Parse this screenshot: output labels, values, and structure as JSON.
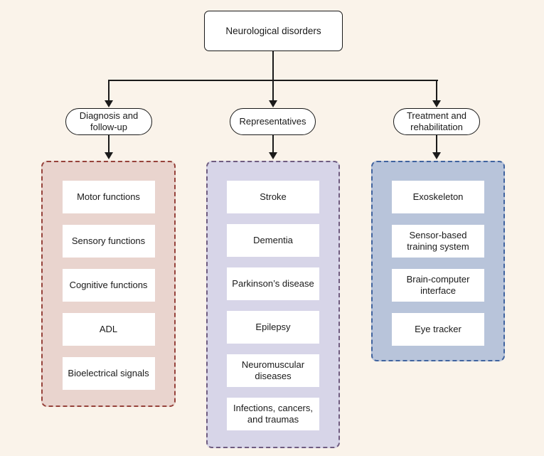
{
  "diagram": {
    "root_label": "Neurological disorders",
    "branches": [
      {
        "label": "Diagnosis and follow-up",
        "items": [
          "Motor functions",
          "Sensory functions",
          "Cognitive functions",
          "ADL",
          "Bioelectrical signals"
        ]
      },
      {
        "label": "Representatives",
        "items": [
          "Stroke",
          "Dementia",
          "Parkinson’s disease",
          "Epilepsy",
          "Neuromuscular diseases",
          "Infections, cancers, and traumas"
        ]
      },
      {
        "label": "Treatment and rehabilitation",
        "items": [
          "Exoskeleton",
          "Sensor-based training system",
          "Brain-computer interface",
          "Eye tracker"
        ]
      }
    ]
  },
  "colors": {
    "background": "#faf3ea",
    "line": "#1a1a1a",
    "node_fill": "#ffffff",
    "node_border": "#1a1a1a",
    "group_left_fill": "#e9d4ce",
    "group_left_border": "#96423b",
    "group_mid_fill": "#d7d5e8",
    "group_mid_border": "#6f5c80",
    "group_right_fill": "#b8c4da",
    "group_right_border": "#40639f"
  }
}
